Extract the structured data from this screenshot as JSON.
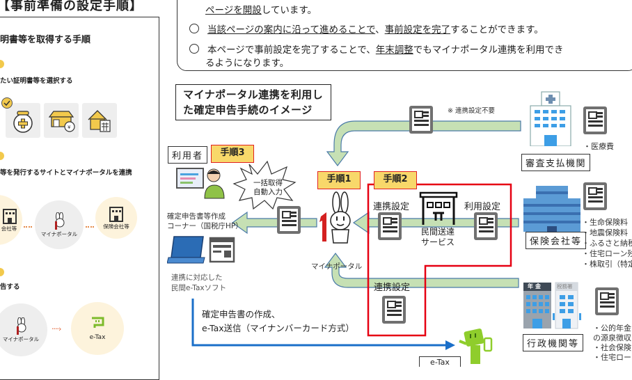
{
  "left_panel": {
    "title": "【事前準備の設定手順】",
    "heading": "明書等を取得する手順",
    "step1_label": "たい証明書等を選択する",
    "step2_label": "等を発行するサイトとマイナポータルを連携",
    "step3_label": "告する",
    "tiles": [
      {
        "icon": "medical-purse-icon"
      },
      {
        "icon": "shop-yen-icon"
      },
      {
        "icon": "house-calculator-icon"
      }
    ],
    "link_row": [
      {
        "label": "会社等",
        "icon": "building-icon"
      },
      {
        "label": "マイナポータル",
        "icon": "myna-rabbit-icon"
      },
      {
        "label": "保険会社等",
        "icon": "building-icon"
      }
    ],
    "final_row": [
      {
        "label": "マイナポータル",
        "icon": "myna-rabbit-icon"
      },
      {
        "label": "e-Tax",
        "icon": "etax-logo-icon"
      }
    ]
  },
  "notice": {
    "line0": "ページを開設",
    "line0_tail": "しています。",
    "line1_a": "当該ページの案内に沿って進めることで",
    "line1_b": "、",
    "line1_c": "事前設定を完了",
    "line1_d": "することができます。",
    "line2_a": "本ページで事前設定を完了することで、",
    "line2_b": "年末調整",
    "line2_c": "でもマイナポータル連携を利用でき",
    "line2_d": "るようになります。"
  },
  "diagram": {
    "title_line1": "マイナポータル連携を利用し",
    "title_line2": "た確定申告手続のイメージ",
    "user_label": "利用者",
    "step3": "手順3",
    "step1": "手順1",
    "step2": "手順2",
    "burst_line1": "一括取得",
    "burst_line2": "自動入力",
    "nta_line1": "確定申告書等作成",
    "nta_line2": "コーナー（国税庁HP）",
    "soft_line1": "連携に対応した",
    "soft_line2": "民間e-Taxソフト",
    "mynaportal": "マイナポータル",
    "renkei_1": "連携設定",
    "riyou": "利用設定",
    "renkei_2": "連携設定",
    "service_line1": "民間送達",
    "service_line2": "サービス",
    "no_setting_note": "※ 連携設定不要",
    "shinsa_label": "審査支払機関",
    "medical": "・医療費",
    "insurance_label": "保険会社等",
    "insurance_items": [
      "・生命保険料",
      "・地震保険料",
      "・ふるさと納税",
      "・住宅ローン残",
      "・株取引（特定"
    ],
    "gov_label": "行政機関等",
    "pension_sign": "年金",
    "tax_office_sign": "税務署",
    "gov_items": [
      "・公的年金",
      "の源泉徴収",
      "・社会保険",
      "・住宅ロー"
    ],
    "blue_line1": "確定申告書の作成、",
    "blue_line2": "e-Tax送信（マイナンバーカード方式）",
    "etax_box": "e-Tax"
  },
  "colors": {
    "arrow_fill": "#c6e0b4",
    "arrow_stroke": "#4a7aa8",
    "step_fill": "#f8d86a",
    "step_border": "#e02020",
    "red_frame": "#e60012",
    "blue_line": "#1a6fc9",
    "building_blue": "#5b9bd5"
  }
}
